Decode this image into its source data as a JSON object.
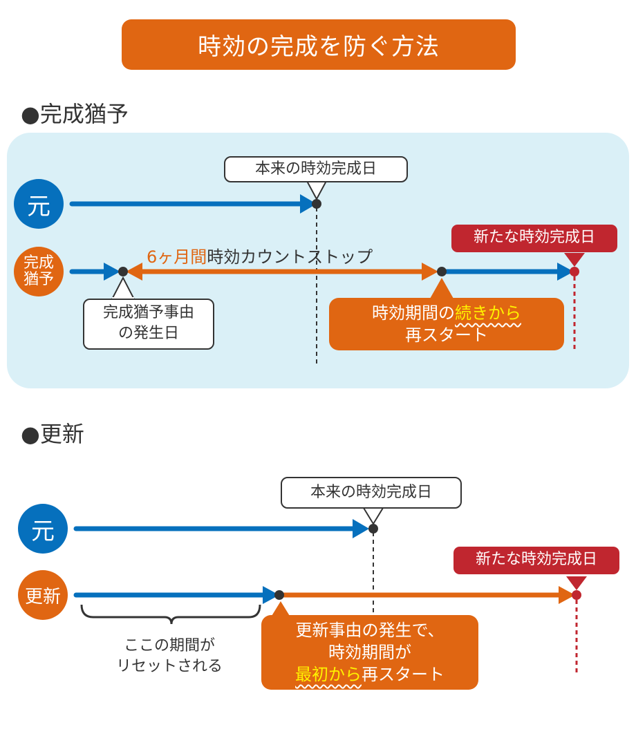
{
  "title": "時効の完成を防ぐ方法",
  "colors": {
    "orange": "#e06612",
    "blue": "#0670bd",
    "red": "#c0262f",
    "panel": "#daf0f7",
    "dark": "#333333",
    "highlight": "#fff200"
  },
  "sections": [
    {
      "heading": "●完成猶予",
      "rows": {
        "original": {
          "label": "元"
        },
        "modified": {
          "label_line1": "完成",
          "label_line2": "猶予"
        }
      },
      "callouts": {
        "original_completion": "本来の時効完成日",
        "new_completion": "新たな時効完成日",
        "event_line1": "完成猶予事由",
        "event_line2": "の発生日",
        "restart_pre": "時効期間の",
        "restart_highlight": "続きから",
        "restart_line2": "再スタート"
      },
      "stop_label": {
        "accent": "6ヶ月間",
        "text": "時効カウントストップ"
      }
    },
    {
      "heading": "●更新",
      "rows": {
        "original": {
          "label": "元"
        },
        "modified": {
          "label": "更新"
        }
      },
      "callouts": {
        "original_completion": "本来の時効完成日",
        "new_completion": "新たな時効完成日",
        "restart_line1": "更新事由の発生で、",
        "restart_line2": "時効期間が",
        "restart_highlight": "最初から",
        "restart_post": "再スタート"
      },
      "reset_note": {
        "line1": "ここの期間が",
        "line2": "リセットされる"
      }
    }
  ]
}
